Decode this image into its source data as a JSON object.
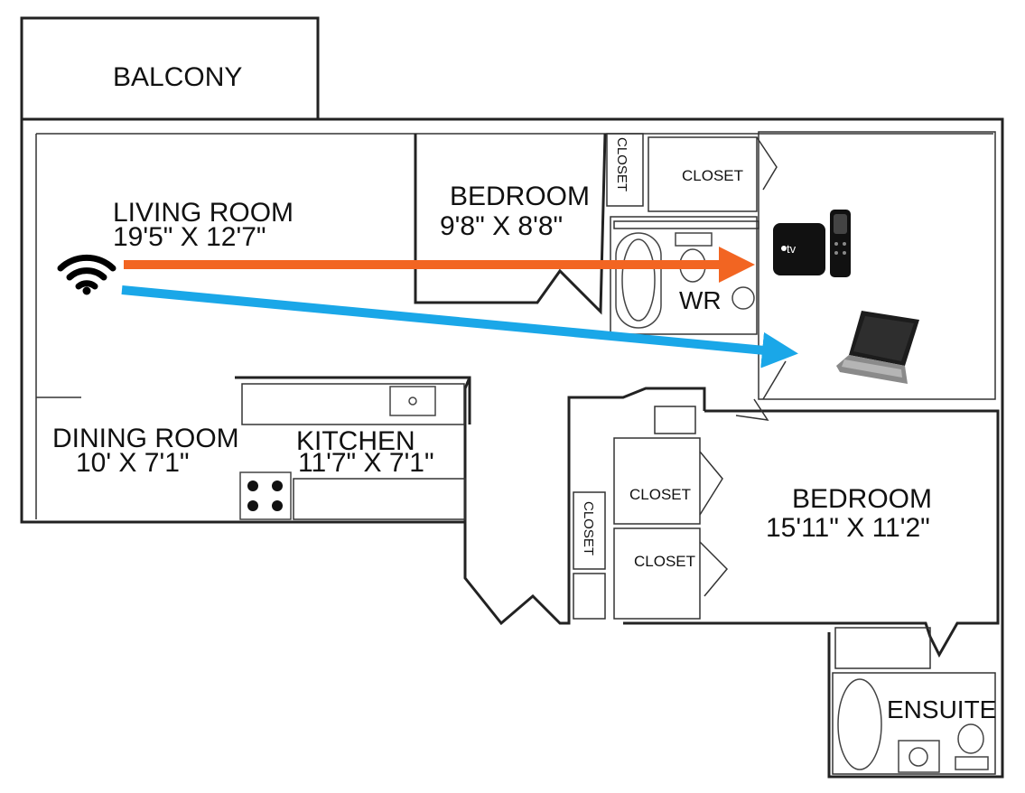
{
  "rooms": {
    "balcony": {
      "name": "BALCONY"
    },
    "living_room": {
      "name": "LIVING ROOM",
      "size": "19'5\" X 12'7\""
    },
    "bedroom_small": {
      "name": "BEDROOM",
      "size": "9'8\" X 8'8\""
    },
    "closet_vertical_1": {
      "name": "CLOSET"
    },
    "closet_top": {
      "name": "CLOSET"
    },
    "washroom": {
      "name": "WR"
    },
    "dining_room": {
      "name": "DINING ROOM",
      "size": "10' X 7'1\""
    },
    "kitchen": {
      "name": "KITCHEN",
      "size": "11'7\" X 7'1\""
    },
    "closet_middle_1": {
      "name": "CLOSET"
    },
    "closet_middle_2": {
      "name": "CLOSET"
    },
    "closet_vertical_2": {
      "name": "CLOSET"
    },
    "bedroom_large": {
      "name": "BEDROOM",
      "size": "15'11\" X 11'2\""
    },
    "ensuite": {
      "name": "ENSUITE"
    }
  },
  "devices": {
    "apple_tv": {
      "label": "tv"
    }
  },
  "colors": {
    "arrow_to_tv": "#F26522",
    "arrow_to_laptop": "#1AA7E8",
    "wall": "#222222"
  },
  "icons": {
    "router": "wifi-icon",
    "tv": "apple-tv-icon",
    "remote": "remote-icon",
    "laptop": "laptop-icon"
  }
}
